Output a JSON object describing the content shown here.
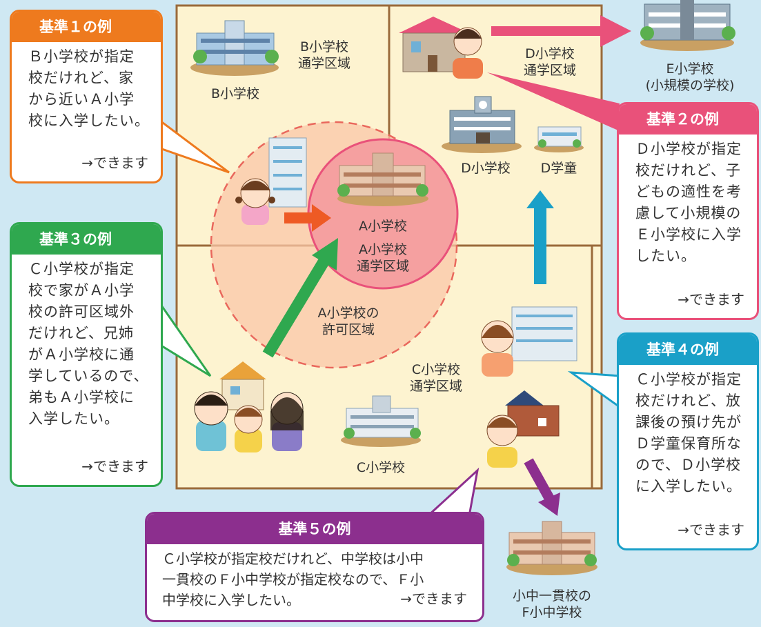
{
  "areas": {
    "b_area": [
      "B小学校",
      "通学区域"
    ],
    "b_school": "B小学校",
    "d_area": [
      "D小学校",
      "通学区域"
    ],
    "d_school": "D小学校",
    "d_gakudo": "D学童",
    "a_school": "A小学校",
    "a_area": [
      "A小学校",
      "通学区域"
    ],
    "a_permit": [
      "A小学校の",
      "許可区域"
    ],
    "c_area": [
      "C小学校",
      "通学区域"
    ],
    "c_school": "C小学校",
    "e_school": [
      "E小学校",
      "(小規模の学校)"
    ],
    "f_school": [
      "小中一貫校の",
      "F小中学校"
    ]
  },
  "examples": {
    "ex1": {
      "title": "基準１の例",
      "lines": [
        "Ｂ小学校が指定",
        "校だけれど、家",
        "から近いＡ小学",
        "校に入学したい。"
      ],
      "result": "→できます"
    },
    "ex2": {
      "title": "基準２の例",
      "lines": [
        "Ｄ小学校が指定",
        "校だけれど、子",
        "どもの適性を考",
        "慮して小規模の",
        "Ｅ小学校に入学",
        "したい。"
      ],
      "result": "→できます"
    },
    "ex3": {
      "title": "基準３の例",
      "lines": [
        "Ｃ小学校が指定",
        "校で家がＡ小学",
        "校の許可区域外",
        "だけれど、兄姉",
        "がＡ小学校に通",
        "学しているので、",
        "弟もＡ小学校に",
        "入学したい。"
      ],
      "result": "→できます"
    },
    "ex4": {
      "title": "基準４の例",
      "lines": [
        "Ｃ小学校が指定",
        "校だけれど、放",
        "課後の預け先が",
        "Ｄ学童保育所な",
        "ので、Ｄ小学校",
        "に入学したい。"
      ],
      "result": "→できます"
    },
    "ex5": {
      "title": "基準５の例",
      "lines": [
        "Ｃ小学校が指定校だけれど、中学校は小中",
        "一貫校のＦ小中学校が指定校なので、Ｆ小",
        "中学校に入学したい。"
      ],
      "result": "→できます"
    }
  },
  "colors": {
    "orange": "#ee7a1e",
    "pink": "#e9517a",
    "green": "#2fa84f",
    "cyan": "#1aa0c8",
    "purple": "#8c2f8e",
    "map": "#fdf3d0",
    "road": "#9a6a3a"
  }
}
